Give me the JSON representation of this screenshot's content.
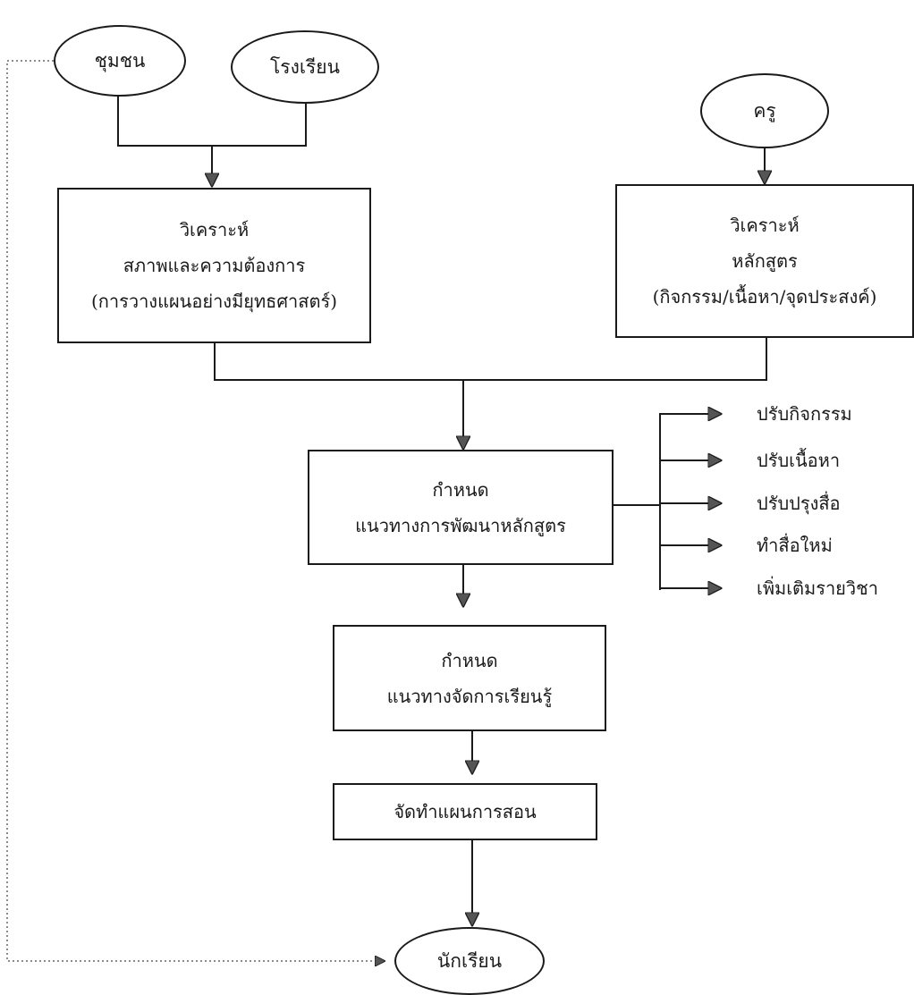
{
  "nodes": {
    "community": "ชุมชน",
    "school": "โรงเรียน",
    "teacher": "ครู",
    "analyze_context": {
      "line1": "วิเคราะห์",
      "line2": "สภาพและความต้องการ",
      "line3": "(การวางแผนอย่างมียุทธศาสตร์)"
    },
    "analyze_curriculum": {
      "line1": "วิเคราะห์",
      "line2": "หลักสูตร",
      "line3": "(กิจกรรม/เนื้อหา/จุดประสงค์)"
    },
    "define_dev": {
      "line1": "กำหนด",
      "line2": "แนวทางการพัฒนาหลักสูตร"
    },
    "define_learning": {
      "line1": "กำหนด",
      "line2": "แนวทางจัดการเรียนรู้"
    },
    "lesson_plan": "จัดทำแผนการสอน",
    "students": "นักเรียน"
  },
  "side_outputs": [
    "ปรับกิจกรรม",
    "ปรับเนื้อหา",
    "ปรับปรุงสื่อ",
    "ทำสื่อใหม่",
    "เพิ่มเติมรายวิชา"
  ],
  "colors": {
    "line": "#1a1a1a",
    "arrowhead": "#555555",
    "dotted": "#666666"
  }
}
